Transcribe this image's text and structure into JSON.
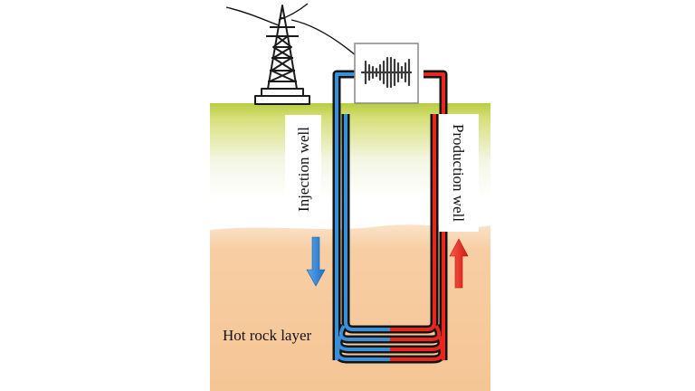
{
  "labels": {
    "injection_well": "Injection well",
    "production_well": "Production well",
    "hot_rock_layer": "Hot rock layer"
  },
  "colors": {
    "cold_pipe": "#3a8fd9",
    "hot_pipe": "#e8261e",
    "pipe_outline": "#141414",
    "ground_top": "#c9d95a",
    "rock_layer": "#f7c99c",
    "down_arrow": "#2a7fd0",
    "up_arrow": "#e8261e"
  },
  "icons": {
    "tower": "transmission-tower-icon",
    "turbine": "turbine-icon",
    "down_arrow": "arrow-down-icon",
    "up_arrow": "arrow-up-icon"
  }
}
